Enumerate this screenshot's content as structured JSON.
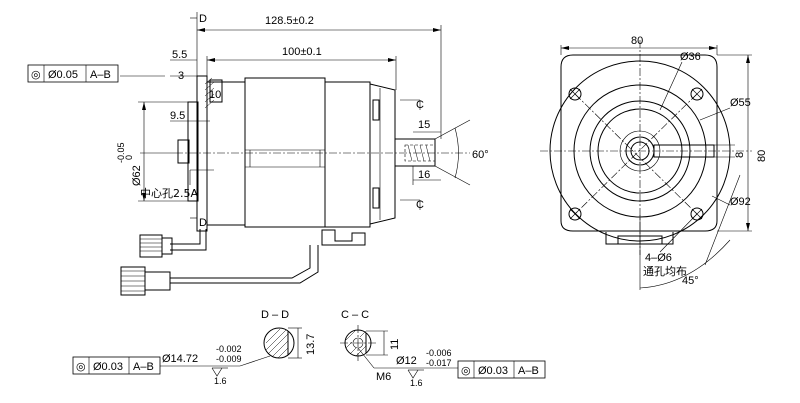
{
  "front_view": {
    "dim_total_length": "128.5±0.2",
    "dim_body_length": "100±0.1",
    "dim_5_5": "5.5",
    "dim_3": "3",
    "dim_10": "10",
    "dim_9_5": "9.5",
    "dim_15": "15",
    "dim_16": "16",
    "angle_60": "60°",
    "dia_62": "Ø62",
    "dia_62_tol_upper": "0",
    "dia_62_tol_lower": "-0.05",
    "center_hole": "中心孔2.5A",
    "section_d_top": "D",
    "section_d_bottom": "D",
    "section_c_top": "C",
    "section_c_bottom": "C",
    "tol_symbol": "◎",
    "tol_value": "Ø0.05",
    "tol_datum": "A–B"
  },
  "side_view": {
    "dim_80_top": "80",
    "dim_80_right": "80",
    "dia_36": "Ø36",
    "dia_55": "Ø55",
    "dia_92": "Ø92",
    "dim_8": "8",
    "holes": "4–Ø6",
    "holes_note": "通孔均布",
    "angle_45": "45°"
  },
  "section_dd": {
    "title": "D – D",
    "dim_13_7": "13.7",
    "dia": "Ø14.72",
    "tol_upper": "-0.002",
    "tol_lower": "-0.009",
    "roughness": "1.6",
    "tol_symbol": "◎",
    "tol_value": "Ø0.03",
    "tol_datum": "A–B"
  },
  "section_cc": {
    "title": "C – C",
    "dim_11": "11",
    "thread": "M6",
    "dia": "Ø12",
    "tol_upper": "-0.006",
    "tol_lower": "-0.017",
    "roughness": "1.6",
    "tol_symbol": "◎",
    "tol_value": "Ø0.03",
    "tol_datum": "A–B"
  }
}
